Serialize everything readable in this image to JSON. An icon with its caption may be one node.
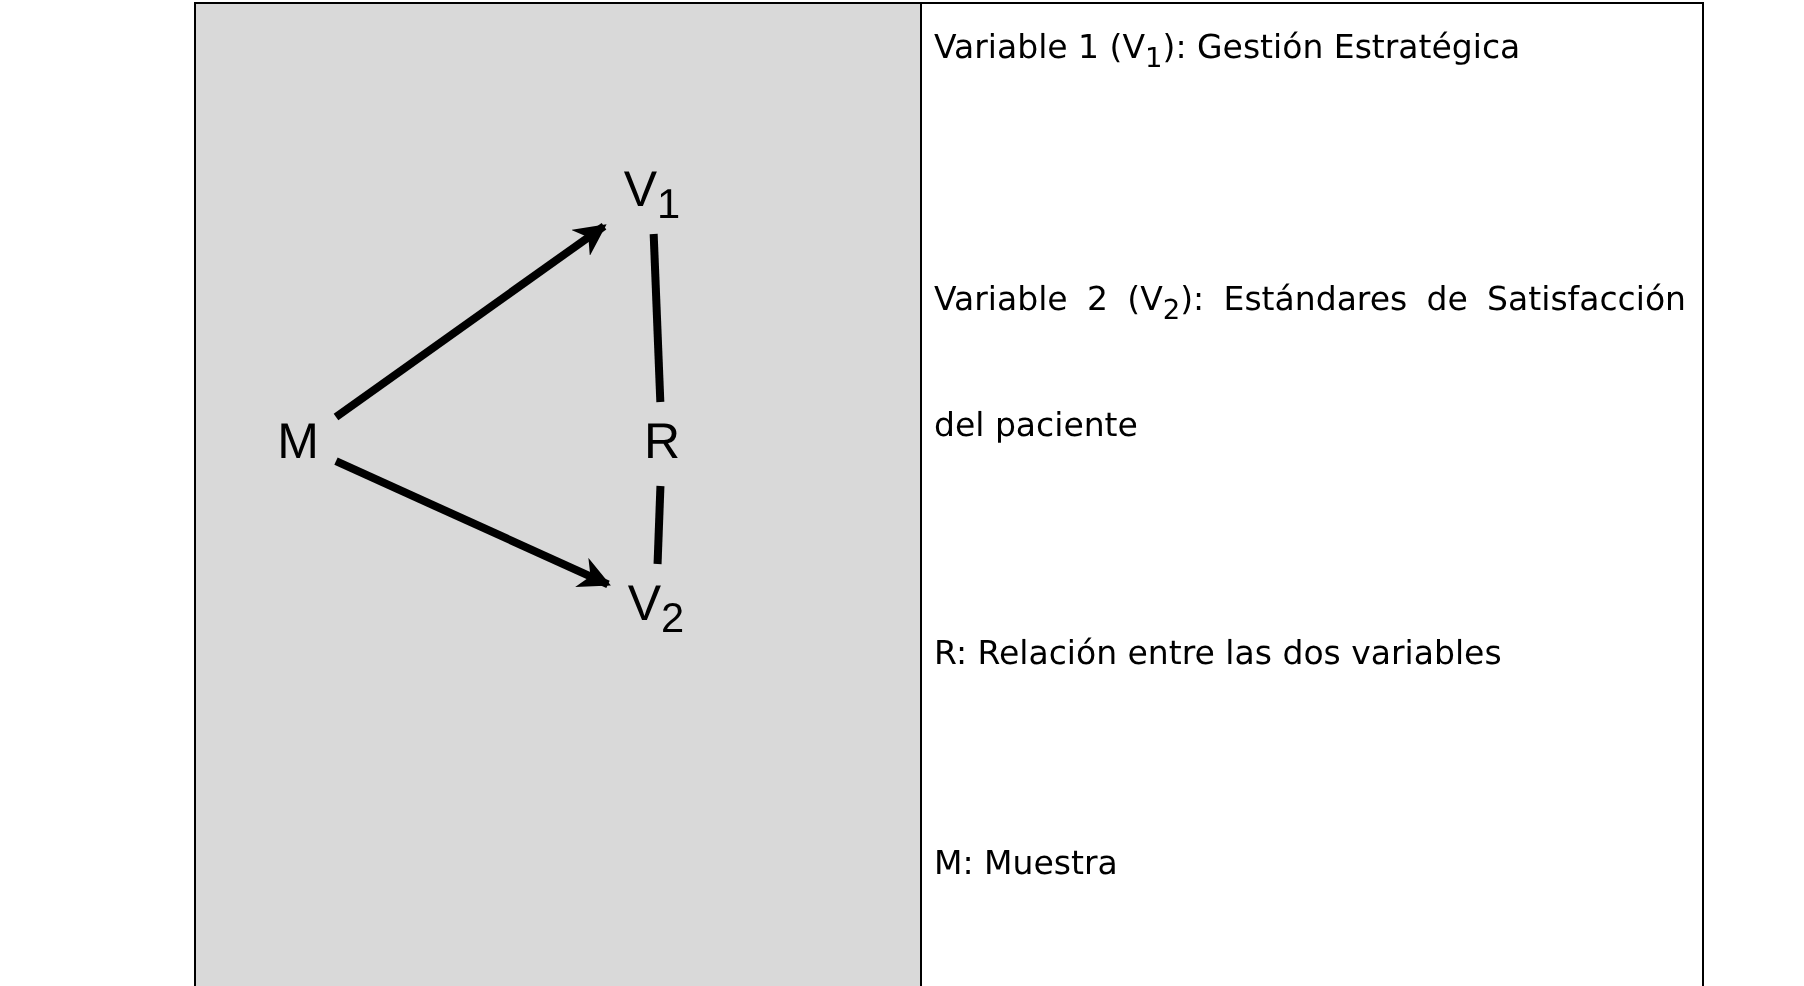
{
  "diagram": {
    "nodes": [
      {
        "text": [
          "M"
        ]
      },
      {
        "text": [
          "V$_{1}$"
        ]
      },
      {
        "text": [
          "R"
        ]
      },
      {
        "text": [
          "V$_{2}$"
        ]
      }
    ],
    "edges": [
      {
        "from": 0,
        "to": 1,
        "arrow": "to"
      },
      {
        "from": 0,
        "to": 3,
        "arrow": "to"
      },
      {
        "from": 1,
        "to": 2,
        "arrow": "none"
      },
      {
        "from": 2,
        "to": 3,
        "arrow": "none"
      }
    ],
    "labels": [
      "Variable 1 (V$_{1}$): Gestión Estratégica",
      "Variable 2 (V$_{2}$): Estándares de Satisfacción del paciente",
      "R: Relación entre las dos variables",
      "M: Muestra"
    ]
  }
}
